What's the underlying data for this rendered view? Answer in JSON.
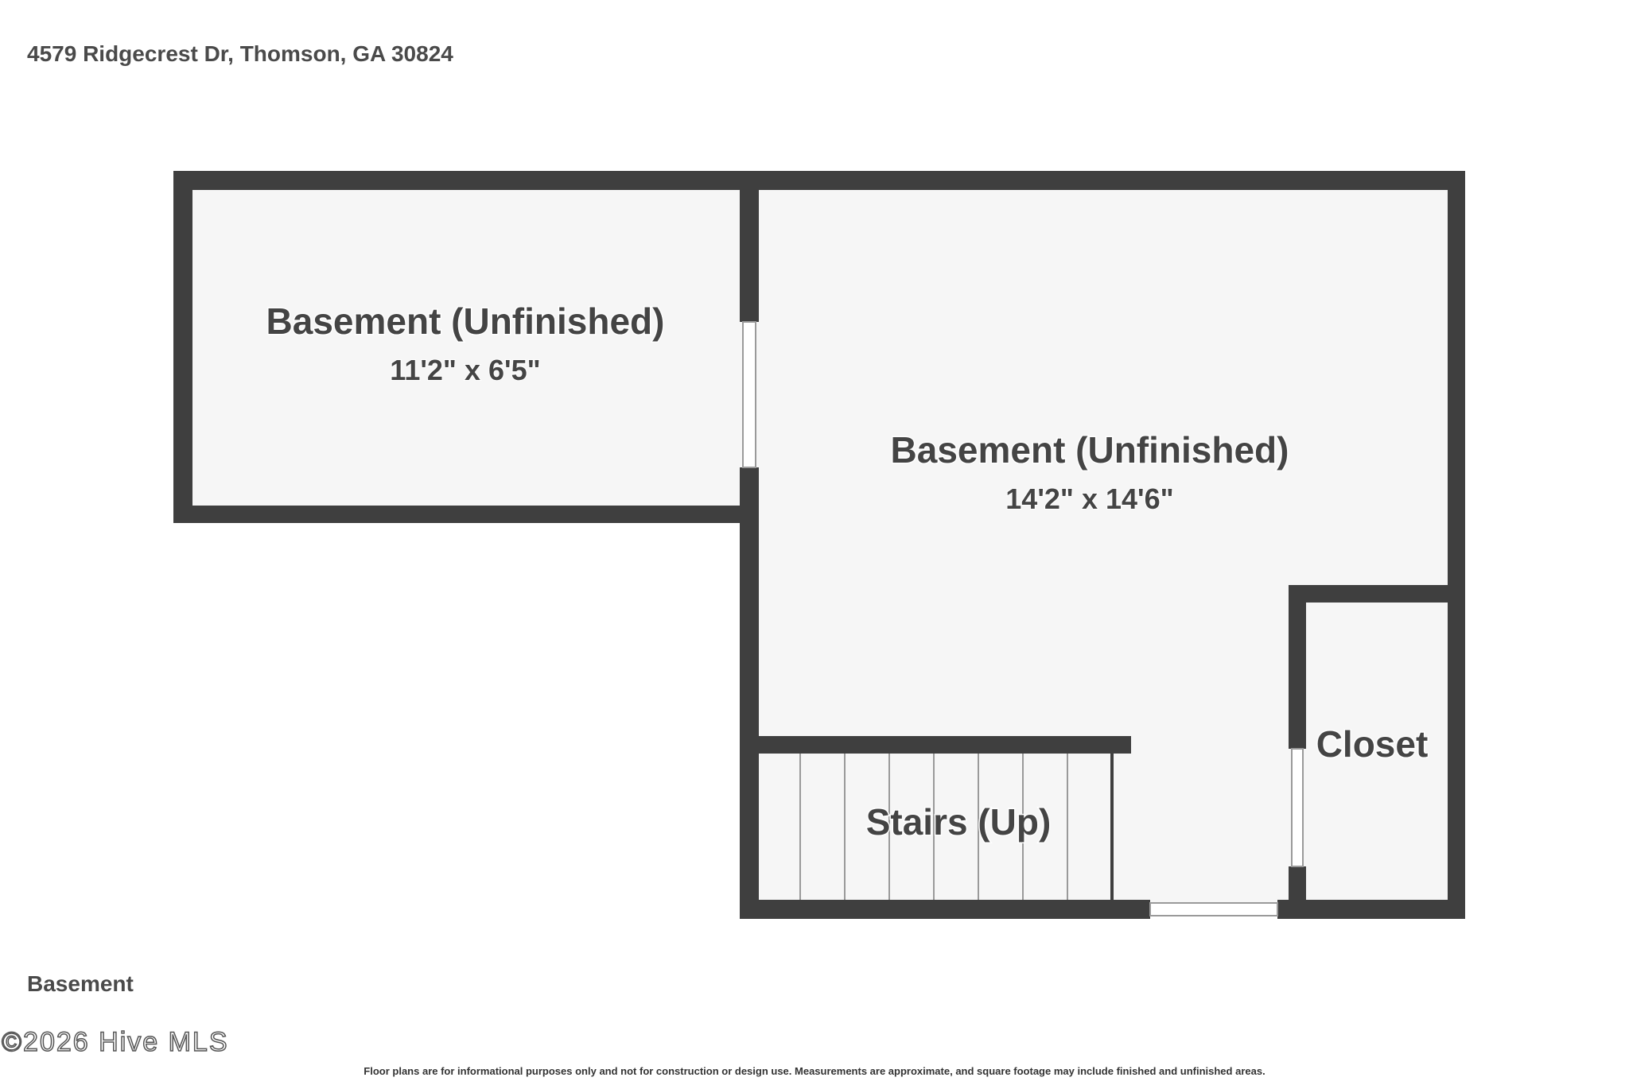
{
  "header": {
    "address": "4579 Ridgecrest Dr, Thomson, GA 30824"
  },
  "rooms": [
    {
      "name": "Basement (Unfinished)",
      "dimensions": "11'2\" x 6'5\""
    },
    {
      "name": "Basement (Unfinished)",
      "dimensions": "14'2\" x 14'6\""
    },
    {
      "name": "Stairs (Up)"
    },
    {
      "name": "Closet"
    }
  ],
  "footer": {
    "floor_label": "Basement",
    "watermark": "©2026 Hive MLS",
    "disclaimer": "Floor plans are for informational purposes only and not for construction or design use. Measurements are approximate, and square footage may include finished and unfinished areas."
  },
  "colors": {
    "wall": "#3f3f3f",
    "floor": "#f6f6f6"
  }
}
